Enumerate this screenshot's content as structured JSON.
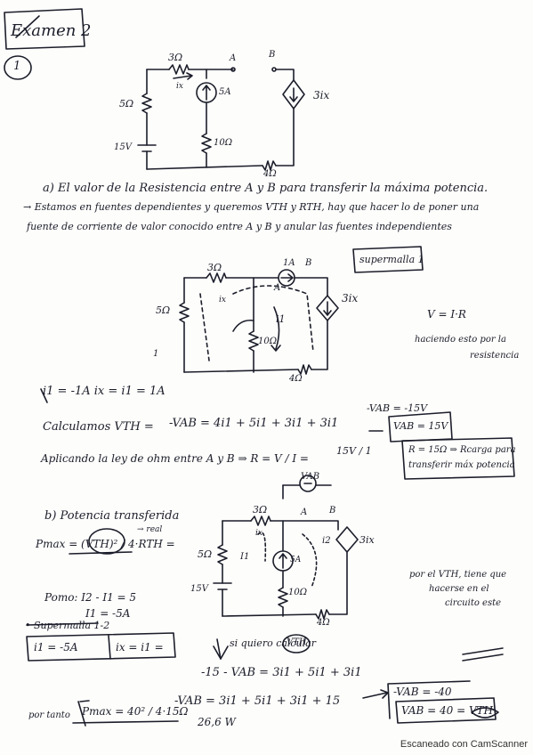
{
  "header": {
    "exam_title": "Examen 2",
    "problem_number": "1"
  },
  "circuit1": {
    "r_top": "3Ω",
    "node_a": "A",
    "node_b": "B",
    "current_ix": "ix",
    "source_current": "5A",
    "r_left": "5Ω",
    "voltage_source": "15V",
    "r_mid": "10Ω",
    "dependent_source": "3ix",
    "r_bottom": "4Ω"
  },
  "part_a": {
    "statement": "a) El valor de la Resistencia entre A y B para transferir la máxima potencia.",
    "note_line1": "→ Estamos en fuentes dependientes y queremos VTH y RTH, hay que hacer lo de poner una",
    "note_line2": "fuente de corriente de valor conocido entre A y B y anular las fuentes independientes",
    "supermalla_label": "supermalla 1",
    "circuit2": {
      "r_top": "3Ω",
      "test_source": "1A",
      "node_a": "A",
      "node_b": "B",
      "ix": "ix",
      "i1": "i1",
      "r_left": "5Ω",
      "r_mid": "10Ω",
      "dep": "3ix",
      "r_bottom": "4Ω",
      "mesh_1": "1"
    },
    "ohm_law": "V = I·R",
    "ohm_note_1": "haciendo esto por la",
    "ohm_note_2": "resistencia",
    "currents": "i1 = -1A        ix = i1 = 1A",
    "calc_label": "Calculamos VTH =",
    "calc_eq": "-VAB = 4i1 + 5i1 + 3i1 + 3i1",
    "vab_result": "-VAB = -15V",
    "vab_box": "VAB = 15V",
    "ohm_apply": "Aplicando la ley de ohm entre A y B ⇒ R = V / I =",
    "r_frac": "15V / 1",
    "result_box_1": "R = 15Ω ⇒ Rcarga para",
    "result_box_2": "transferir máx potencia"
  },
  "part_b": {
    "title": "b) Potencia transferida",
    "pmax_formula": "Pmax = (VTH)² / 4·RTH =",
    "need_note": "→ real",
    "circuit3": {
      "vab": "VAB",
      "r_top": "3Ω",
      "node_a": "A",
      "node_b": "B",
      "ix": "ix",
      "i1": "I1",
      "i2": "i2",
      "dep": "3ix",
      "r_left": "5Ω",
      "source_v": "15V",
      "r_mid": "10Ω",
      "r_bottom": "4Ω",
      "src_5a": "5A"
    },
    "vth_note_1": "por el VTH, tiene que",
    "vth_note_2": "hacerse en el",
    "vth_note_3": "circuito este",
    "eq_1": "Pomo: I2 - I1 = 5",
    "eq_2": "I1 = -5A",
    "supermalla": "• Supermalla 1-2",
    "i1_box": "i1 = -5A",
    "ix_box": "ix = i1 =",
    "calc_note": "si quiero calcular",
    "vth_circle": "VTH",
    "eq_3": "-15 - VAB = 3i1 + 5i1 + 3i1",
    "eq_4": "-VAB = 3i1 + 5i1 + 3i1 + 15",
    "vab_neg": "-VAB = -40",
    "vab_final": "VAB = 40 = VTH",
    "por_tanto": "por tanto",
    "pmax_final": "Pmax = 40² / 4·15Ω",
    "pmax_value": "26,6 W"
  },
  "watermark": "Escaneado con CamScanner"
}
